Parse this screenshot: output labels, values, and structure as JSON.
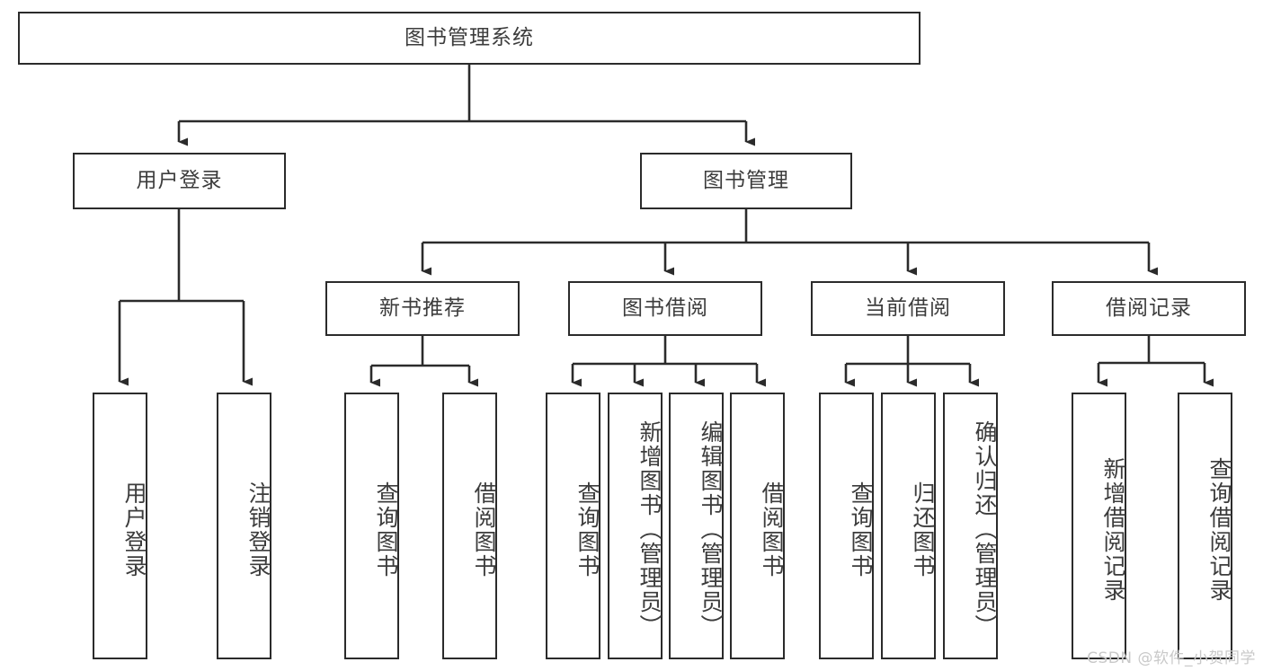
{
  "diagram": {
    "title": "图书管理系统",
    "type": "hierarchy-tree",
    "watermark": "CSDN @软件_小贺同学",
    "colors": {
      "box_border": "#2b2b2b",
      "box_fill": "#ffffff",
      "text": "#3c3c3c",
      "edge": "#2b2b2b",
      "watermark": "#c9c9c9",
      "background": "#ffffff"
    },
    "levels": {
      "root": {
        "id": "root",
        "label": "图书管理系统"
      },
      "level2": [
        {
          "id": "user-login",
          "label": "用户登录"
        },
        {
          "id": "book-management",
          "label": "图书管理"
        }
      ],
      "level3": [
        {
          "id": "new-book-recommend",
          "label": "新书推荐",
          "parent": "book-management"
        },
        {
          "id": "book-borrow",
          "label": "图书借阅",
          "parent": "book-management"
        },
        {
          "id": "current-borrow",
          "label": "当前借阅",
          "parent": "book-management"
        },
        {
          "id": "borrow-record",
          "label": "借阅记录",
          "parent": "book-management"
        }
      ],
      "leaves": [
        {
          "id": "leaf-user-login",
          "label": "用户登录",
          "parent": "user-login"
        },
        {
          "id": "leaf-logout-login",
          "label": "注销登录",
          "parent": "user-login"
        },
        {
          "id": "leaf-query-book-1",
          "label": "查询图书",
          "parent": "new-book-recommend"
        },
        {
          "id": "leaf-borrow-book-1",
          "label": "借阅图书",
          "parent": "new-book-recommend"
        },
        {
          "id": "leaf-query-book-2",
          "label": "查询图书",
          "parent": "book-borrow"
        },
        {
          "id": "leaf-add-book",
          "label": "新增图书（管理员）",
          "parent": "book-borrow"
        },
        {
          "id": "leaf-edit-book",
          "label": "编辑图书（管理员）",
          "parent": "book-borrow"
        },
        {
          "id": "leaf-borrow-book-2",
          "label": "借阅图书",
          "parent": "book-borrow"
        },
        {
          "id": "leaf-query-book-3",
          "label": "查询图书",
          "parent": "current-borrow"
        },
        {
          "id": "leaf-return-book",
          "label": "归还图书",
          "parent": "current-borrow"
        },
        {
          "id": "leaf-confirm-return",
          "label": "确认归还（管理员）",
          "parent": "current-borrow"
        },
        {
          "id": "leaf-add-record",
          "label": "新增借阅记录",
          "parent": "borrow-record"
        },
        {
          "id": "leaf-query-record",
          "label": "查询借阅记录",
          "parent": "borrow-record"
        }
      ]
    }
  }
}
